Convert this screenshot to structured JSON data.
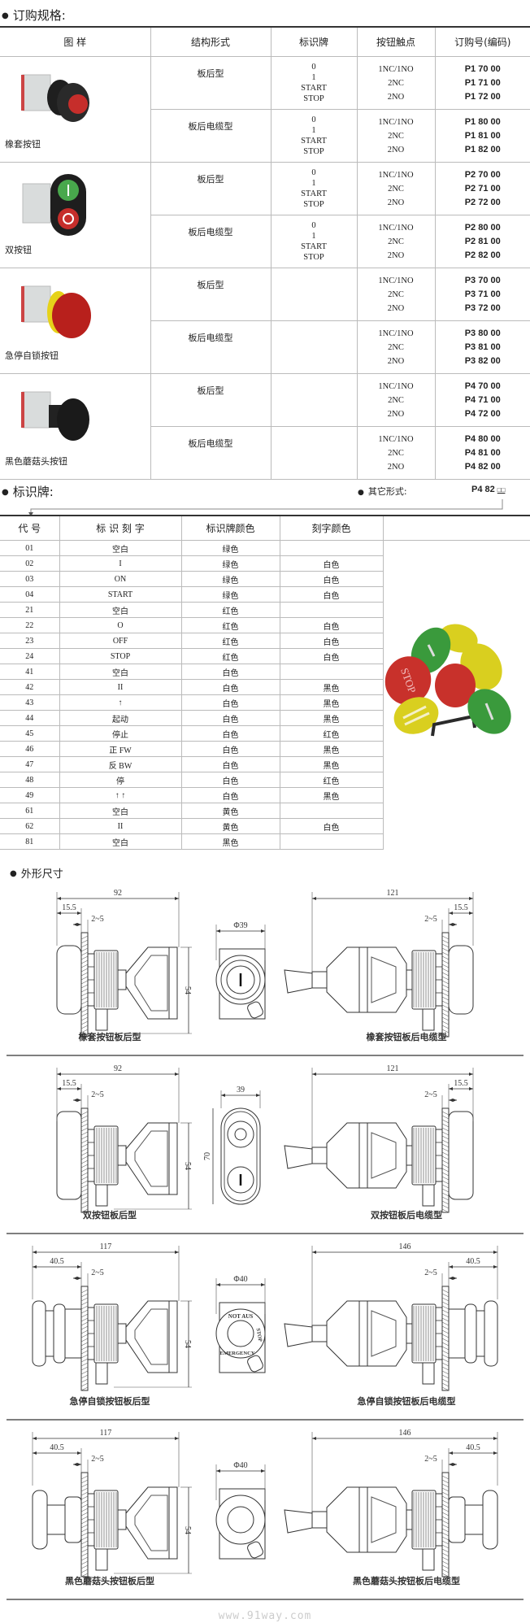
{
  "order_spec": {
    "heading": "订购规格:",
    "headers": [
      "图 样",
      "结构形式",
      "标识牌",
      "按钮触点",
      "订购号(编码)"
    ],
    "products": [
      {
        "name": "橡套按钮",
        "photo": "rubber-button",
        "variants": [
          {
            "structure": "板后型",
            "labels": [
              "0",
              "1",
              "START",
              "STOP"
            ],
            "contacts": [
              "1NC/1NO",
              "2NC",
              "2NO"
            ],
            "codes": [
              "P1 70 00",
              "P1 71 00",
              "P1 72 00"
            ]
          },
          {
            "structure": "板后电缆型",
            "labels": [
              "0",
              "1",
              "START",
              "STOP"
            ],
            "contacts": [
              "1NC/1NO",
              "2NC",
              "2NO"
            ],
            "codes": [
              "P1 80 00",
              "P1 81 00",
              "P1 82 00"
            ]
          }
        ]
      },
      {
        "name": "双按钮",
        "photo": "double-button",
        "variants": [
          {
            "structure": "板后型",
            "labels": [
              "0",
              "1",
              "START",
              "STOP"
            ],
            "contacts": [
              "1NC/1NO",
              "2NC",
              "2NO"
            ],
            "codes": [
              "P2 70 00",
              "P2 71 00",
              "P2 72 00"
            ]
          },
          {
            "structure": "板后电缆型",
            "labels": [
              "0",
              "1",
              "START",
              "STOP"
            ],
            "contacts": [
              "1NC/1NO",
              "2NC",
              "2NO"
            ],
            "codes": [
              "P2 80 00",
              "P2 81 00",
              "P2 82 00"
            ]
          }
        ]
      },
      {
        "name": "急停自锁按钮",
        "photo": "emergency-stop-button",
        "variants": [
          {
            "structure": "板后型",
            "labels": [],
            "contacts": [
              "1NC/1NO",
              "2NC",
              "2NO"
            ],
            "codes": [
              "P3 70 00",
              "P3 71 00",
              "P3 72 00"
            ]
          },
          {
            "structure": "板后电缆型",
            "labels": [],
            "contacts": [
              "1NC/1NO",
              "2NC",
              "2NO"
            ],
            "codes": [
              "P3 80 00",
              "P3 81 00",
              "P3 82 00"
            ]
          }
        ]
      },
      {
        "name": "黑色蘑菇头按钮",
        "photo": "mushroom-button",
        "variants": [
          {
            "structure": "板后型",
            "labels": [],
            "contacts": [
              "1NC/1NO",
              "2NC",
              "2NO"
            ],
            "codes": [
              "P4 70 00",
              "P4 71 00",
              "P4 72 00"
            ]
          },
          {
            "structure": "板后电缆型",
            "labels": [],
            "contacts": [
              "1NC/1NO",
              "2NC",
              "2NO"
            ],
            "codes": [
              "P4 80 00",
              "P4 81 00",
              "P4 82 00"
            ]
          }
        ]
      }
    ]
  },
  "label_plate": {
    "heading": "标识牌:",
    "other_label": "其它形式:",
    "other_code": "P4 82",
    "other_suffix": "□□",
    "headers": [
      "代 号",
      "标 识 刻 字",
      "标识牌颜色",
      "刻字颜色"
    ],
    "rows": [
      [
        "01",
        "空白",
        "绿色",
        ""
      ],
      [
        "02",
        "I",
        "绿色",
        "白色"
      ],
      [
        "03",
        "ON",
        "绿色",
        "白色"
      ],
      [
        "04",
        "START",
        "绿色",
        "白色"
      ],
      [
        "21",
        "空白",
        "红色",
        ""
      ],
      [
        "22",
        "O",
        "红色",
        "白色"
      ],
      [
        "23",
        "OFF",
        "红色",
        "白色"
      ],
      [
        "24",
        "STOP",
        "红色",
        "白色"
      ],
      [
        "41",
        "空白",
        "白色",
        ""
      ],
      [
        "42",
        "II",
        "白色",
        "黑色"
      ],
      [
        "43",
        "↑",
        "白色",
        "黑色"
      ],
      [
        "44",
        "起动",
        "白色",
        "黑色"
      ],
      [
        "45",
        "停止",
        "白色",
        "红色"
      ],
      [
        "46",
        "正 FW",
        "白色",
        "黑色"
      ],
      [
        "47",
        "反 BW",
        "白色",
        "黑色"
      ],
      [
        "48",
        "停",
        "白色",
        "红色"
      ],
      [
        "49",
        "↑ ↑",
        "白色",
        "黑色"
      ],
      [
        "61",
        "空白",
        "黄色",
        ""
      ],
      [
        "62",
        "II",
        "黄色",
        "白色"
      ],
      [
        "81",
        "空白",
        "黑色",
        ""
      ]
    ],
    "cap_text": "STOP",
    "colors": {
      "green": "#3a9a3c",
      "red": "#c8312b",
      "yellow": "#d9cf1f",
      "black": "#2a2a2a"
    }
  },
  "dimensions": {
    "heading": "外形尺寸",
    "rows": [
      {
        "type": "rubber",
        "overall_left": "92",
        "head_left": "15.5",
        "gap": "2~5",
        "height": "54",
        "front_w": "Φ39",
        "front_h": "",
        "overall_right": "121",
        "head_right": "15.5",
        "caption_left": "橡套按钮板后型",
        "caption_right": "橡套按钮板后电缆型",
        "front_text": []
      },
      {
        "type": "double",
        "overall_left": "92",
        "head_left": "15.5",
        "gap": "2~5",
        "height": "54",
        "front_w": "39",
        "front_h": "70",
        "overall_right": "121",
        "head_right": "15.5",
        "caption_left": "双按钮板后型",
        "caption_right": "双按钮板后电缆型",
        "front_text": []
      },
      {
        "type": "emergency",
        "overall_left": "117",
        "head_left": "40.5",
        "gap": "2~5",
        "height": "54",
        "front_w": "Φ40",
        "front_h": "",
        "overall_right": "146",
        "head_right": "40.5",
        "caption_left": "急停自锁按钮板后型",
        "caption_right": "急停自锁按钮板后电缆型",
        "front_text": [
          "NOT AUS",
          "EMERGENCY",
          "STOP"
        ]
      },
      {
        "type": "mushroom",
        "overall_left": "117",
        "head_left": "40.5",
        "gap": "2~5",
        "height": "54",
        "front_w": "Φ40",
        "front_h": "",
        "overall_right": "146",
        "head_right": "40.5",
        "caption_left": "黑色蘑菇头按钮板后型",
        "caption_right": "黑色蘑菇头按钮板后电缆型",
        "front_text": []
      }
    ]
  },
  "watermark": "www.91way.com"
}
